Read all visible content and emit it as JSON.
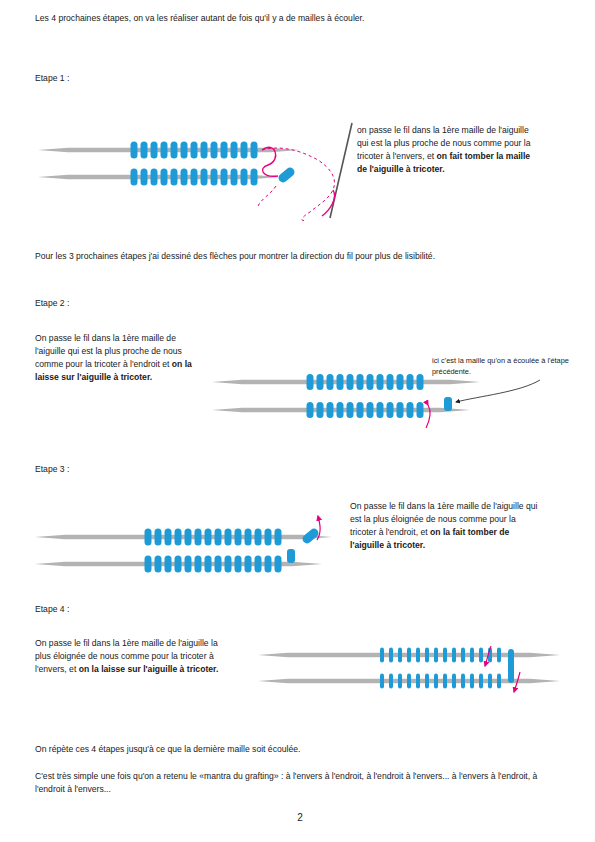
{
  "diagram": {
    "labels": [
      "Les 4 prochaines étapes, on va les réaliser autant de fois qu'il y a de mailles à écouler.",
      "Etape 1 :",
      "on passe le fil dans la 1ère maille de l'aiguille qui est la plus proche de nous comme pour la tricoter à l'envers, et",
      "on fait tomber la maille de l'aiguille à tricoter.",
      "Pour les 3 prochaines étapes j'ai dessiné des flèches pour montrer la direction du fil pour plus de lisibilité.",
      "Etape 2 :",
      "On passe le fil dans la 1ère maille de l'aiguille qui est la plus proche de nous comme pour la tricoter à l'endroit et",
      "on la laisse sur l'aiguille à tricoter.",
      "ici c'est la maille qu'on a écoulée à l'étape précédente.",
      "Etape 3 :",
      "On passe le fil dans la 1ère maille de l'aiguille qui est la plus éloignée de nous comme pour la tricoter à l'endroit, et",
      "on la fait tomber de l'aiguille à tricoter.",
      "Etape 4 :",
      "On passe le fil dans la 1ère maille de l'aiguille la plus éloignée de nous comme pour la tricoter à l'envers, et",
      "on la laisse sur l'aiguille à tricoter.",
      "On répète ces 4 étapes jusqu'à ce que la dernière maille soit écoulée.",
      "C'est très simple une fois qu'on a retenu le «mantra du grafting» : à l'envers à l'endroit, à l'endroit à l'envers... à l'envers à l'endroit, à l'endroit à l'envers...",
      "2"
    ]
  }
}
